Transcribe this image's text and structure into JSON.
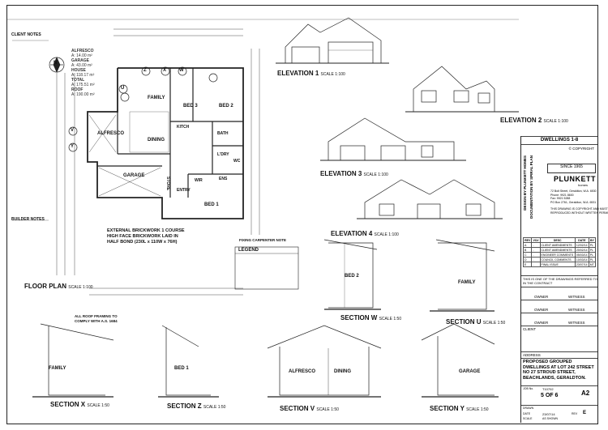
{
  "labels": {
    "floor_plan_title": "FLOOR PLAN",
    "floor_plan_scale": "SCALE 1:100",
    "elevation1": "ELEVATION 1",
    "elevation2": "ELEVATION 2",
    "elevation3": "ELEVATION 3",
    "elevation4": "ELEVATION 4",
    "elev_scale": "SCALE 1:100",
    "section_w": "SECTION W",
    "section_u": "SECTION U",
    "section_x": "SECTION X",
    "section_z": "SECTION Z",
    "section_v": "SECTION V",
    "section_y": "SECTION Y",
    "section_scale": "SCALE 1:50",
    "brickwork_note": "EXTERNAL BRICKWORK 1 COURSE\nHIGH FACE BRICKWORK LAID IN\nHALF BOND (230L x 110W x 76H)",
    "legend": "LEGEND",
    "fixing_note": "FIXING CARPENTER NOTE",
    "client_notes": "CLIENT NOTES",
    "builder_notes": "BUILDER NOTES",
    "roof_framing_note": "ALL ROOF FRAMING TO\nCOMPLY WITH A.S. 1684",
    "compass": "N"
  },
  "areas": {
    "alfresco": "ALFRESCO",
    "alfresco_area": "A: 14.00 m²",
    "garage": "GARAGE",
    "garage_area": "A: 43.00 m²",
    "house": "HOUSE",
    "house_area": "A: 118.17 m²",
    "total": "TOTAL",
    "total_area": "A: 175.51 m²",
    "roof": "ROOF",
    "roof_area": "A: 190.00 m²"
  },
  "rooms": {
    "bed3": "BED 3",
    "bed2": "BED 2",
    "bed1": "BED 1",
    "family": "FAMILY",
    "alfresco": "ALFRESCO",
    "dining": "DINING",
    "kitch": "KITCH",
    "bath": "BATH",
    "ldry": "L'DRY",
    "garage": "GARAGE",
    "entry": "ENTRY",
    "wir": "WIR",
    "store": "STORE",
    "ens": "ENS",
    "wc": "WC"
  },
  "section_rooms": {
    "bed2": "BED 2",
    "family": "FAMILY",
    "bed1": "BED 1",
    "family_x": "FAMILY",
    "alfresco": "ALFRESCO",
    "dining": "DINING",
    "garage": "GARAGE"
  },
  "grid_markers": [
    "Z",
    "X",
    "W",
    "V",
    "Y",
    "U"
  ],
  "title_block": {
    "dwellings": "DWELLINGS 1-8",
    "copyright": "© COPYRIGHT",
    "since": "SINCE 1965",
    "brand": "PLUNKETT",
    "brand_sub": "homes",
    "address_block": "72 Bolt Street, Geraldton, W.A. 6530\nPhone: 9921 8600\nFax: 9921 5288\nPO Box 2761, Geraldton, W.A. 6531",
    "designed_by": "DESIGN BY PLUNKETT HOMES",
    "drawn_by": "DOCUMENTATION BY SPIRAL PLAN",
    "copyright_note": "THIS DRAWING IS COPYRIGHT AND MUST NOT BE\nREPRODUCED WITHOUT WRITTEN PERMISSION",
    "rev_headers": [
      "REV",
      "VO#",
      "DESC",
      "DATE",
      "BY"
    ],
    "rev_rows": [
      [
        "A",
        "-",
        "CLIENT AMENDMENTS",
        "12/02/14",
        "PL"
      ],
      [
        "B",
        "-",
        "CLIENT AMENDMENTS",
        "20/02/14",
        "PL"
      ],
      [
        "C",
        "-",
        "ENGINEER COMMENTS",
        "05/03/14",
        "PL"
      ],
      [
        "D",
        "-",
        "COUNCIL COMMENTS",
        "10/03/14",
        "PL"
      ],
      [
        "E",
        "-",
        "FINAL ISSUE",
        "23/07/14",
        "MT"
      ]
    ],
    "one_of_drawings": "THIS IS ONE OF THE DRAWINGS REFERRED TO\nIN THE CONTRACT",
    "owner1": "OWNER",
    "witness1": "WITNESS",
    "owner2": "OWNER",
    "witness2": "WITNESS",
    "owner3": "OWNER",
    "witness3": "WITNESS",
    "client_label": "CLIENT",
    "address_label": "ADDRESS",
    "project": "PROPOSED GROUPED\nDWELLINGS AT LOT 242 STREET\nNO 27 STROUD STREET,\nBEACHLANDS, GERALDTON.",
    "job_label": "JOB No.",
    "job_no": "T10702",
    "sheet_size": "A2",
    "sheet": "5 OF 6",
    "drawn_label": "DRAWN",
    "date_label": "DATE",
    "date": "23/07/14",
    "scale_label": "SCALE",
    "scale": "AS SHOWN",
    "rev_label": "REV",
    "rev": "E"
  }
}
